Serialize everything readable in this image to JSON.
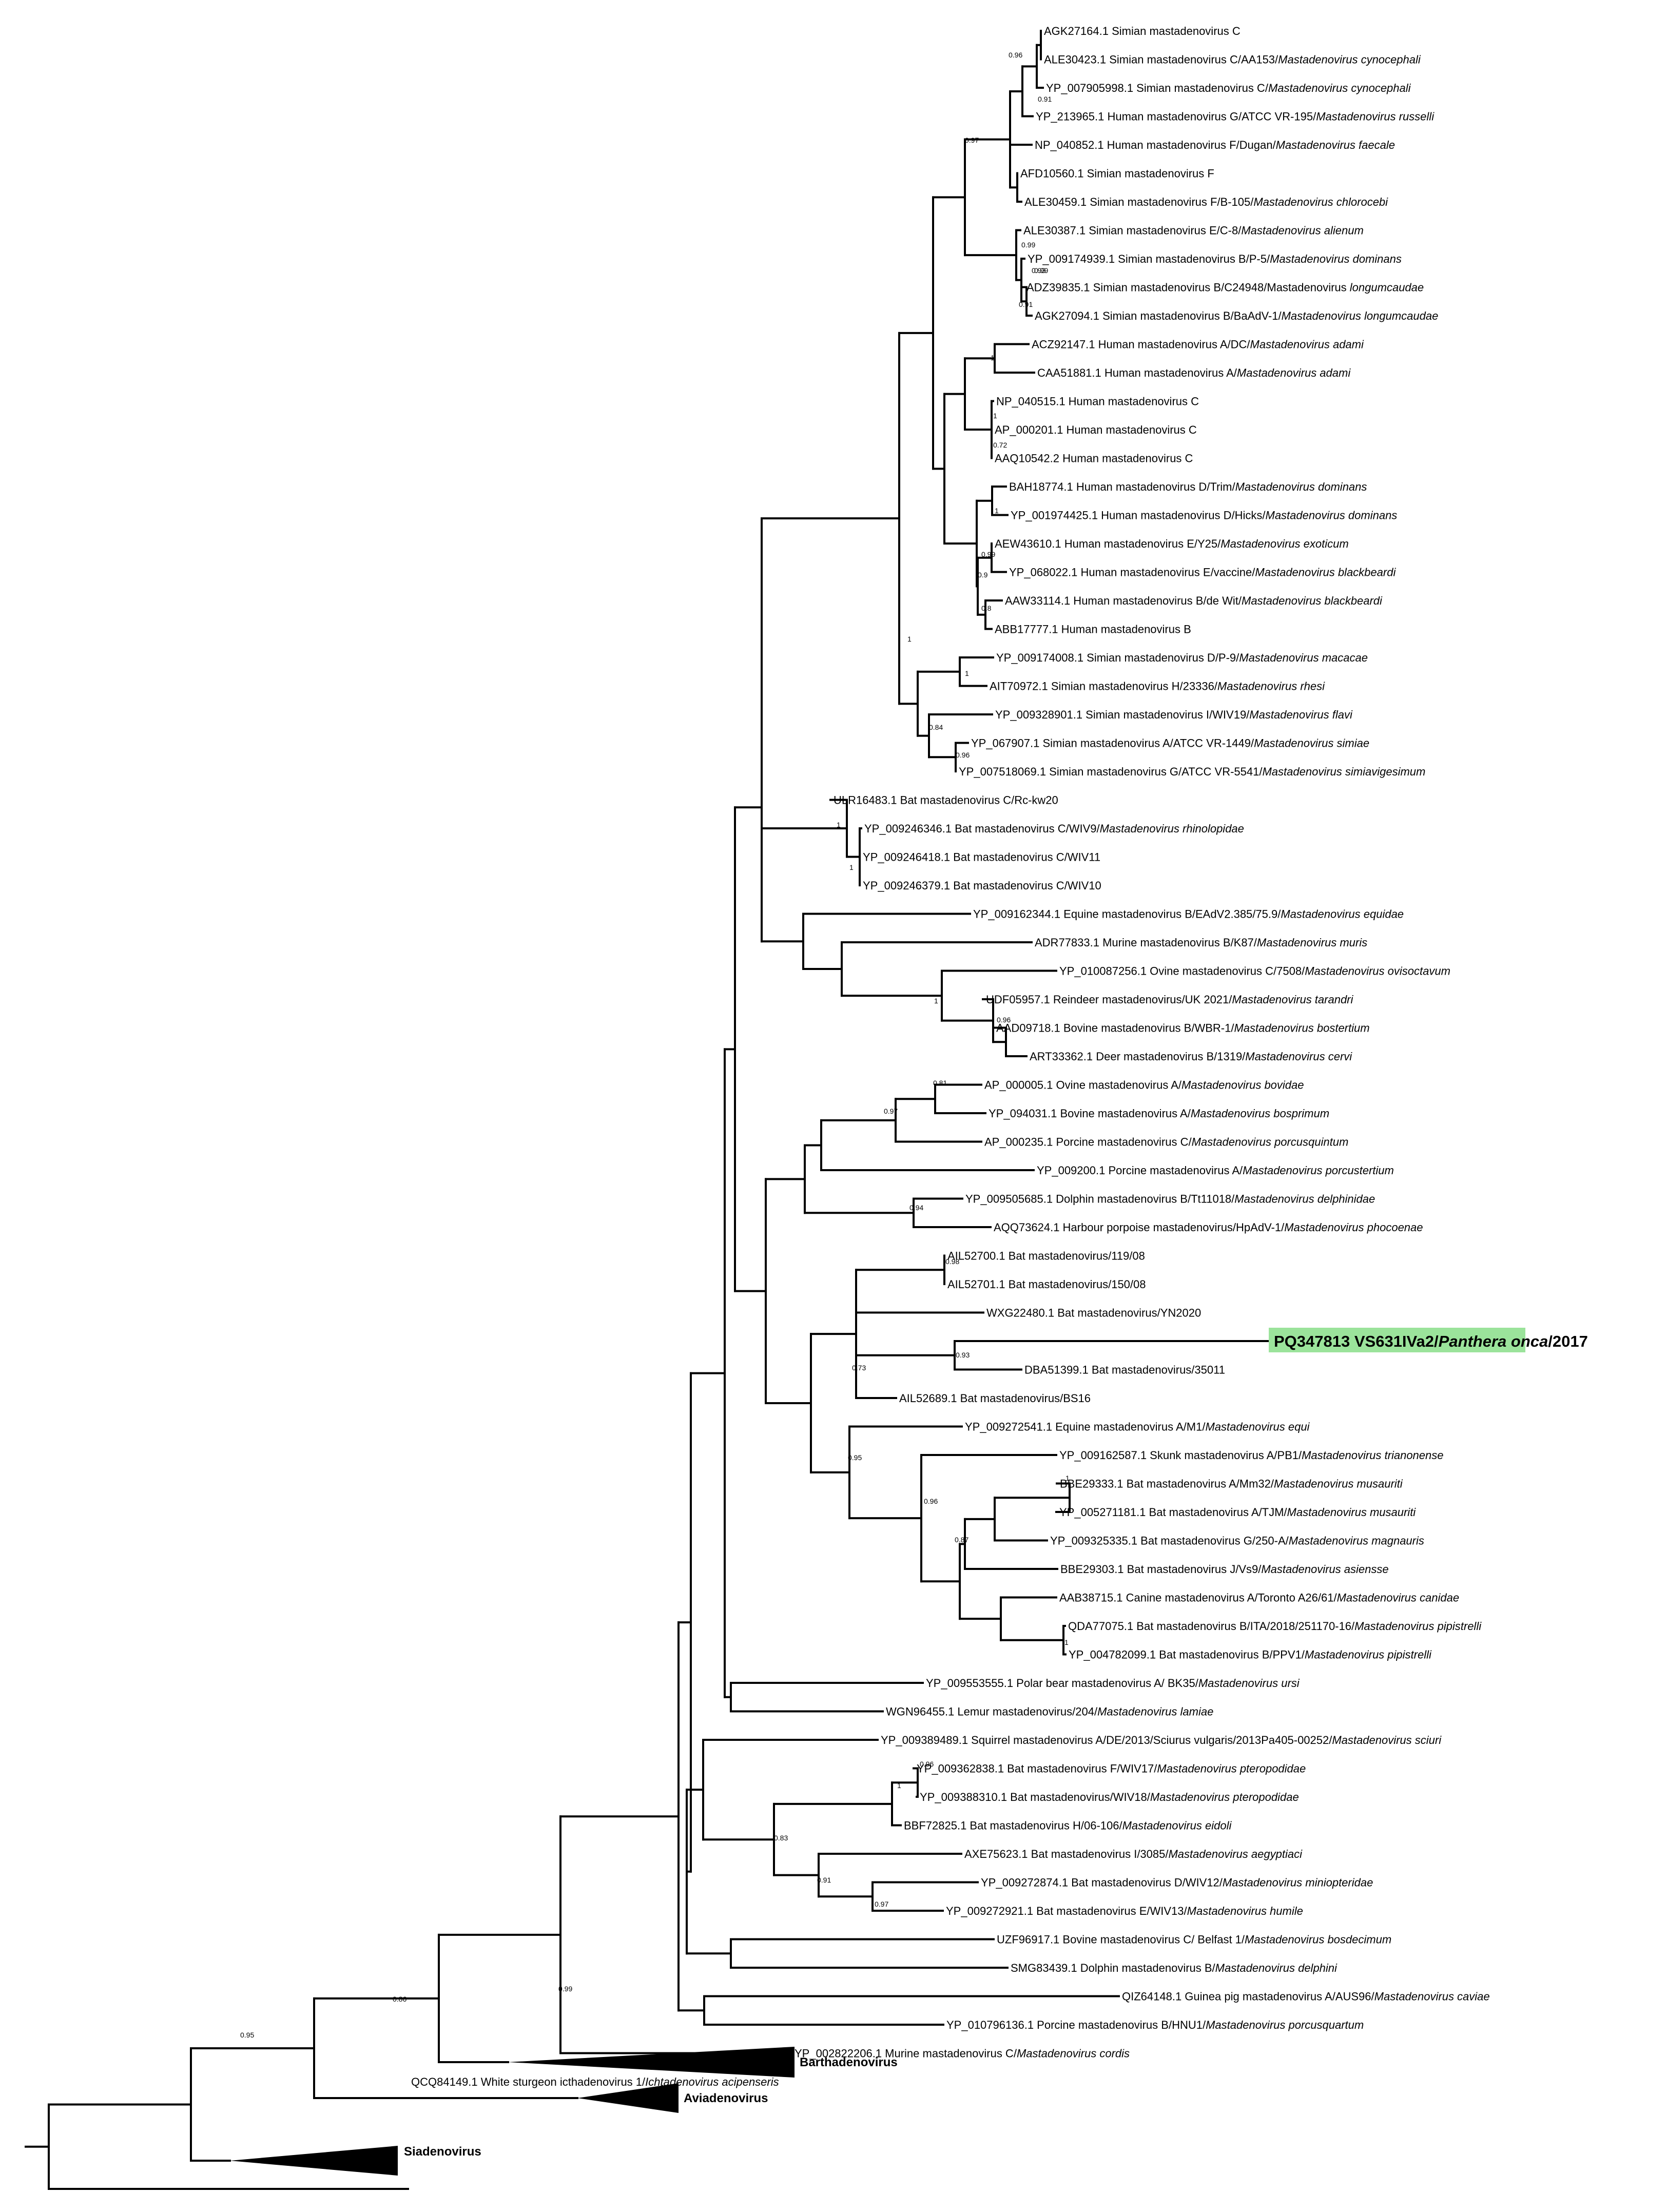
{
  "colors": {
    "branch": "#000000",
    "highlight": "#9be39b"
  },
  "tips": [
    {
      "id": "t1",
      "parts": [
        {
          "t": "AGK27164.1 Simian mastadenovirus C"
        }
      ]
    },
    {
      "id": "t2",
      "parts": [
        {
          "t": "ALE30423.1 Simian mastadenovirus C/AA153/"
        },
        {
          "t": "Mastadenovirus cynocephali",
          "i": true
        }
      ]
    },
    {
      "id": "t3",
      "parts": [
        {
          "t": "YP_007905998.1 Simian mastadenovirus C/"
        },
        {
          "t": "Mastadenovirus cynocephali",
          "i": true
        }
      ]
    },
    {
      "id": "t4",
      "parts": [
        {
          "t": "YP_213965.1 Human mastadenovirus G/ATCC VR-195/"
        },
        {
          "t": "Mastadenovirus russelli",
          "i": true
        }
      ]
    },
    {
      "id": "t5",
      "parts": [
        {
          "t": "NP_040852.1 Human mastadenovirus F/Dugan/"
        },
        {
          "t": "Mastadenovirus faecale",
          "i": true
        }
      ]
    },
    {
      "id": "t6",
      "parts": [
        {
          "t": "AFD10560.1 Simian mastadenovirus F"
        }
      ]
    },
    {
      "id": "t7",
      "parts": [
        {
          "t": "ALE30459.1 Simian mastadenovirus F/B-105/"
        },
        {
          "t": "Mastadenovirus chlorocebi",
          "i": true
        }
      ]
    },
    {
      "id": "t8",
      "parts": [
        {
          "t": "ALE30387.1 Simian mastadenovirus E/C-8/"
        },
        {
          "t": "Mastadenovirus alienum",
          "i": true
        }
      ]
    },
    {
      "id": "t9",
      "parts": [
        {
          "t": "YP_009174939.1 Simian mastadenovirus B/P-5/"
        },
        {
          "t": "Mastadenovirus dominans",
          "i": true
        }
      ]
    },
    {
      "id": "t10",
      "parts": [
        {
          "t": "ADZ39835.1 Simian mastadenovirus B/C24948/Mastadenovirus "
        },
        {
          "t": "longumcaudae",
          "i": true
        }
      ]
    },
    {
      "id": "t11",
      "parts": [
        {
          "t": "AGK27094.1 Simian mastadenovirus B/BaAdV-1/"
        },
        {
          "t": "Mastadenovirus longumcaudae",
          "i": true
        }
      ]
    },
    {
      "id": "t12",
      "parts": [
        {
          "t": "ACZ92147.1 Human mastadenovirus A/DC/"
        },
        {
          "t": "Mastadenovirus adami",
          "i": true
        }
      ]
    },
    {
      "id": "t13",
      "parts": [
        {
          "t": "CAA51881.1 Human mastadenovirus A/"
        },
        {
          "t": "Mastadenovirus adami",
          "i": true
        }
      ]
    },
    {
      "id": "t14",
      "parts": [
        {
          "t": "NP_040515.1 Human mastadenovirus C"
        }
      ]
    },
    {
      "id": "t15",
      "parts": [
        {
          "t": "AP_000201.1 Human mastadenovirus C"
        }
      ]
    },
    {
      "id": "t16",
      "parts": [
        {
          "t": "AAQ10542.2 Human mastadenovirus C"
        }
      ]
    },
    {
      "id": "t17",
      "parts": [
        {
          "t": "BAH18774.1 Human mastadenovirus D/Trim/"
        },
        {
          "t": "Mastadenovirus dominans",
          "i": true
        }
      ]
    },
    {
      "id": "t18",
      "parts": [
        {
          "t": "YP_001974425.1 Human mastadenovirus D/Hicks/"
        },
        {
          "t": "Mastadenovirus dominans",
          "i": true
        }
      ]
    },
    {
      "id": "t19",
      "parts": [
        {
          "t": "AEW43610.1 Human mastadenovirus E/Y25/"
        },
        {
          "t": "Mastadenovirus exoticum",
          "i": true
        }
      ]
    },
    {
      "id": "t20",
      "parts": [
        {
          "t": "YP_068022.1 Human mastadenovirus E/vaccine/"
        },
        {
          "t": "Mastadenovirus blackbeardi",
          "i": true
        }
      ]
    },
    {
      "id": "t21",
      "parts": [
        {
          "t": "AAW33114.1 Human mastadenovirus B/de Wit/"
        },
        {
          "t": "Mastadenovirus blackbeardi",
          "i": true
        }
      ]
    },
    {
      "id": "t22",
      "parts": [
        {
          "t": "ABB17777.1 Human mastadenovirus B"
        }
      ]
    },
    {
      "id": "t23",
      "parts": [
        {
          "t": "YP_009174008.1 Simian mastadenovirus D/P-9/"
        },
        {
          "t": "Mastadenovirus macacae",
          "i": true
        }
      ]
    },
    {
      "id": "t24",
      "parts": [
        {
          "t": "AIT70972.1 Simian mastadenovirus H/23336/"
        },
        {
          "t": "Mastadenovirus rhesi",
          "i": true
        }
      ]
    },
    {
      "id": "t25",
      "parts": [
        {
          "t": "YP_009328901.1 Simian mastadenovirus I/WIV19/"
        },
        {
          "t": "Mastadenovirus flavi",
          "i": true
        }
      ]
    },
    {
      "id": "t26",
      "parts": [
        {
          "t": "YP_067907.1 Simian mastadenovirus A/ATCC VR-1449/"
        },
        {
          "t": "Mastadenovirus simiae",
          "i": true
        }
      ]
    },
    {
      "id": "t27",
      "parts": [
        {
          "t": "YP_007518069.1 Simian mastadenovirus G/ATCC VR-5541/"
        },
        {
          "t": "Mastadenovirus simiavigesimum",
          "i": true
        }
      ]
    },
    {
      "id": "t28",
      "parts": [
        {
          "t": "ULR16483.1 Bat mastadenovirus C/Rc-kw20"
        }
      ]
    },
    {
      "id": "t29",
      "parts": [
        {
          "t": "YP_009246346.1 Bat mastadenovirus C/WIV9/"
        },
        {
          "t": "Mastadenovirus rhinolopidae",
          "i": true
        }
      ]
    },
    {
      "id": "t30",
      "parts": [
        {
          "t": "YP_009246418.1 Bat mastadenovirus C/WIV11"
        }
      ]
    },
    {
      "id": "t31",
      "parts": [
        {
          "t": "YP_009246379.1 Bat mastadenovirus C/WIV10"
        }
      ]
    },
    {
      "id": "t32",
      "parts": [
        {
          "t": "YP_009162344.1 Equine mastadenovirus B/EAdV2.385/75.9/"
        },
        {
          "t": "Mastadenovirus equidae",
          "i": true
        }
      ]
    },
    {
      "id": "t33",
      "parts": [
        {
          "t": "ADR77833.1 Murine mastadenovirus B/K87/"
        },
        {
          "t": "Mastadenovirus muris",
          "i": true
        }
      ]
    },
    {
      "id": "t34",
      "parts": [
        {
          "t": "YP_010087256.1 Ovine mastadenovirus C/7508/"
        },
        {
          "t": "Mastadenovirus ovisoctavum",
          "i": true
        }
      ]
    },
    {
      "id": "t35",
      "parts": [
        {
          "t": "UDF05957.1 Reindeer mastadenovirus/UK 2021/"
        },
        {
          "t": "Mastadenovirus tarandri",
          "i": true
        }
      ]
    },
    {
      "id": "t36",
      "parts": [
        {
          "t": "AAD09718.1 Bovine mastadenovirus B/WBR-1/"
        },
        {
          "t": "Mastadenovirus bostertium",
          "i": true
        }
      ]
    },
    {
      "id": "t37",
      "parts": [
        {
          "t": "ART33362.1 Deer mastadenovirus B/1319/"
        },
        {
          "t": "Mastadenovirus cervi",
          "i": true
        }
      ]
    },
    {
      "id": "t38",
      "parts": [
        {
          "t": "AP_000005.1 Ovine mastadenovirus A/"
        },
        {
          "t": "Mastadenovirus bovidae",
          "i": true
        }
      ]
    },
    {
      "id": "t39",
      "parts": [
        {
          "t": "YP_094031.1 Bovine mastadenovirus A/"
        },
        {
          "t": "Mastadenovirus bosprimum",
          "i": true
        }
      ]
    },
    {
      "id": "t40",
      "parts": [
        {
          "t": "AP_000235.1 Porcine mastadenovirus C/"
        },
        {
          "t": "Mastadenovirus porcusquintum",
          "i": true
        }
      ]
    },
    {
      "id": "t41",
      "parts": [
        {
          "t": "YP_009200.1 Porcine mastadenovirus A/"
        },
        {
          "t": "Mastadenovirus porcustertium",
          "i": true
        }
      ]
    },
    {
      "id": "t42",
      "parts": [
        {
          "t": "YP_009505685.1 Dolphin mastadenovirus B/Tt11018/"
        },
        {
          "t": "Mastadenovirus delphinidae",
          "i": true
        }
      ]
    },
    {
      "id": "t43",
      "parts": [
        {
          "t": "AQQ73624.1 Harbour porpoise mastadenovirus/HpAdV-1/"
        },
        {
          "t": "Mastadenovirus phocoenae",
          "i": true
        }
      ]
    },
    {
      "id": "t44",
      "parts": [
        {
          "t": "AIL52700.1 Bat mastadenovirus/119/08"
        }
      ]
    },
    {
      "id": "t45",
      "parts": [
        {
          "t": "AIL52701.1 Bat mastadenovirus/150/08"
        }
      ]
    },
    {
      "id": "t46",
      "parts": [
        {
          "t": "WXG22480.1 Bat mastadenovirus/YN2020"
        }
      ]
    },
    {
      "id": "t47",
      "highlight": true,
      "parts": [
        {
          "t": "PQ347813 VS631IVa2/"
        },
        {
          "t": "Panthera onca",
          "i": true
        },
        {
          "t": "/2017"
        }
      ]
    },
    {
      "id": "t48",
      "parts": [
        {
          "t": "DBA51399.1 Bat mastadenovirus/35011"
        }
      ]
    },
    {
      "id": "t49",
      "parts": [
        {
          "t": "AIL52689.1 Bat mastadenovirus/BS16"
        }
      ]
    },
    {
      "id": "t50",
      "parts": [
        {
          "t": "YP_009272541.1 Equine mastadenovirus A/M1/"
        },
        {
          "t": "Mastadenovirus equi",
          "i": true
        }
      ]
    },
    {
      "id": "t51",
      "parts": [
        {
          "t": "YP_009162587.1 Skunk mastadenovirus A/PB1/"
        },
        {
          "t": "Mastadenovirus trianonense",
          "i": true
        }
      ]
    },
    {
      "id": "t52",
      "parts": [
        {
          "t": "BBE29333.1 Bat mastadenovirus A/Mm32/"
        },
        {
          "t": "Mastadenovirus musauriti",
          "i": true
        }
      ]
    },
    {
      "id": "t53",
      "parts": [
        {
          "t": "YP_005271181.1 Bat mastadenovirus A/TJM/"
        },
        {
          "t": "Mastadenovirus musauriti",
          "i": true
        }
      ]
    },
    {
      "id": "t54",
      "parts": [
        {
          "t": "YP_009325335.1 Bat mastadenovirus G/250-A/"
        },
        {
          "t": "Mastadenovirus magnauris",
          "i": true
        }
      ]
    },
    {
      "id": "t55",
      "parts": [
        {
          "t": "BBE29303.1 Bat mastadenovirus J/Vs9/"
        },
        {
          "t": "Mastadenovirus asiensse",
          "i": true
        }
      ]
    },
    {
      "id": "t56",
      "parts": [
        {
          "t": "AAB38715.1 Canine mastadenovirus A/Toronto A26/61/"
        },
        {
          "t": "Mastadenovirus canidae",
          "i": true
        }
      ]
    },
    {
      "id": "t57",
      "parts": [
        {
          "t": "QDA77075.1 Bat mastadenovirus B/ITA/2018/251170-16/"
        },
        {
          "t": "Mastadenovirus pipistrelli",
          "i": true
        }
      ]
    },
    {
      "id": "t58",
      "parts": [
        {
          "t": "YP_004782099.1 Bat mastadenovirus B/PPV1/"
        },
        {
          "t": "Mastadenovirus pipistrelli",
          "i": true
        }
      ]
    },
    {
      "id": "t59",
      "parts": [
        {
          "t": "YP_009553555.1 Polar bear mastadenovirus A/ BK35/"
        },
        {
          "t": "Mastadenovirus ursi",
          "i": true
        }
      ]
    },
    {
      "id": "t60",
      "parts": [
        {
          "t": "WGN96455.1 Lemur mastadenovirus/204/"
        },
        {
          "t": "Mastadenovirus lamiae",
          "i": true
        }
      ]
    },
    {
      "id": "t61",
      "parts": [
        {
          "t": "YP_009389489.1 Squirrel mastadenovirus A/DE/2013/Sciurus vulgaris/2013Pa405-00252/"
        },
        {
          "t": "Mastadenovirus sciuri",
          "i": true
        }
      ]
    },
    {
      "id": "t62",
      "parts": [
        {
          "t": "YP_009362838.1 Bat mastadenovirus F/WIV17/"
        },
        {
          "t": "Mastadenovirus pteropodidae",
          "i": true
        }
      ]
    },
    {
      "id": "t63",
      "parts": [
        {
          "t": "YP_009388310.1 Bat mastadenovirus/WIV18/"
        },
        {
          "t": "Mastadenovirus pteropodidae",
          "i": true
        }
      ]
    },
    {
      "id": "t64",
      "parts": [
        {
          "t": "BBF72825.1 Bat mastadenovirus H/06-106/"
        },
        {
          "t": "Mastadenovirus eidoli",
          "i": true
        }
      ]
    },
    {
      "id": "t65",
      "parts": [
        {
          "t": "AXE75623.1 Bat mastadenovirus I/3085/"
        },
        {
          "t": "Mastadenovirus aegyptiaci",
          "i": true
        }
      ]
    },
    {
      "id": "t66",
      "parts": [
        {
          "t": "YP_009272874.1 Bat mastadenovirus D/WIV12/"
        },
        {
          "t": "Mastadenovirus miniopteridae",
          "i": true
        }
      ]
    },
    {
      "id": "t67",
      "parts": [
        {
          "t": "YP_009272921.1 Bat mastadenovirus E/WIV13/"
        },
        {
          "t": "Mastadenovirus humile",
          "i": true
        }
      ]
    },
    {
      "id": "t68",
      "parts": [
        {
          "t": "UZF96917.1 Bovine mastadenovirus C/ Belfast 1/"
        },
        {
          "t": "Mastadenovirus bosdecimum",
          "i": true
        }
      ]
    },
    {
      "id": "t69",
      "parts": [
        {
          "t": "SMG83439.1 Dolphin mastadenovirus B/"
        },
        {
          "t": "Mastadenovirus delphini",
          "i": true
        }
      ]
    },
    {
      "id": "t70",
      "parts": [
        {
          "t": "QIZ64148.1 Guinea pig mastadenovirus A/AUS96/"
        },
        {
          "t": "Mastadenovirus caviae",
          "i": true
        }
      ]
    },
    {
      "id": "t71",
      "parts": [
        {
          "t": "YP_010796136.1 Porcine mastadenovirus B/HNU1/"
        },
        {
          "t": "Mastadenovirus porcusquartum",
          "i": true
        }
      ]
    },
    {
      "id": "t72",
      "parts": [
        {
          "t": "YP_002822206.1 Murine mastadenovirus C/"
        },
        {
          "t": "Mastadenovirus cordis",
          "i": true
        }
      ]
    },
    {
      "id": "t73",
      "parts": [
        {
          "t": "QCQ84149.1 White sturgeon icthadenovirus 1/"
        },
        {
          "t": "Ichtadenovirus acipenseris",
          "i": true
        }
      ]
    }
  ],
  "collapsed_clades": [
    {
      "id": "barth",
      "label": "Barthadenovirus"
    },
    {
      "id": "avia",
      "label": "Aviadenovirus"
    },
    {
      "id": "siad",
      "label": "Siadenovirus"
    }
  ],
  "support_values": [
    "0.96",
    "0.91",
    "0.97",
    "0.99",
    "0.99",
    "0.93",
    "0.91",
    "1",
    "1",
    "0.72",
    "1",
    "0.99",
    "0.9",
    "0.8",
    "1",
    "1",
    "0.84",
    "0.96",
    "1",
    "1",
    "1",
    "0.96",
    "0.81",
    "0.97",
    "0.94",
    "0.98",
    "0.93",
    "0.73",
    "0.95",
    "0.96",
    "1",
    "0.87",
    "1",
    "0.96",
    "1",
    "0.83",
    "0.91",
    "0.97",
    "0.99",
    "0.86",
    "0.95"
  ]
}
